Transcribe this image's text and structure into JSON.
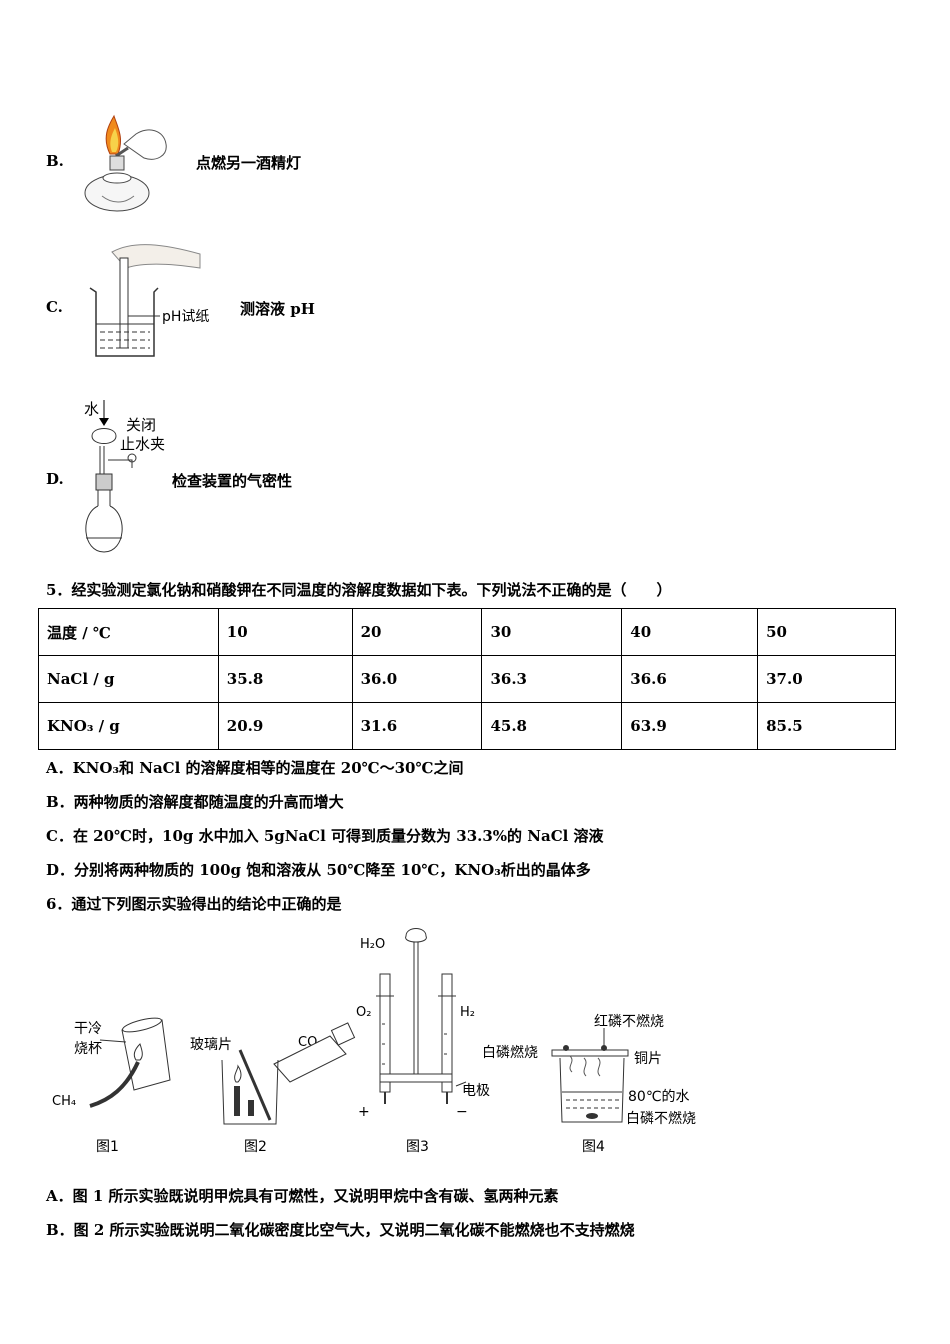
{
  "option_b": {
    "letter": "B.",
    "text": "点燃另一酒精灯"
  },
  "option_c": {
    "letter": "C.",
    "text": "测溶液 pH",
    "fig_label": "pH试纸"
  },
  "option_d": {
    "letter": "D.",
    "text": "检查装置的气密性",
    "fig_water": "水",
    "fig_close": "关闭",
    "fig_clamp": "止水夹"
  },
  "q5": {
    "stem": "5．经实验测定氯化钠和硝酸钾在不同温度的溶解度数据如下表。下列说法不正确的是（　　）",
    "table": {
      "header": [
        "温度 / ℃",
        "10",
        "20",
        "30",
        "40",
        "50"
      ],
      "rows": [
        [
          "NaCl / g",
          "35.8",
          "36.0",
          "36.3",
          "36.6",
          "37.0"
        ],
        [
          "KNO₃ / g",
          "20.9",
          "31.6",
          "45.8",
          "63.9",
          "85.5"
        ]
      ]
    },
    "options": [
      "A．KNO₃和 NaCl 的溶解度相等的温度在 20℃～30℃之间",
      "B．两种物质的溶解度都随温度的升高而增大",
      "C．在 20℃时，10g 水中加入 5gNaCl 可得到质量分数为 33.3%的 NaCl 溶液",
      "D．分别将两种物质的 100g 饱和溶液从 50℃降至 10℃，KNO₃析出的晶体多"
    ]
  },
  "q6": {
    "stem": "6．通过下列图示实验得出的结论中正确的是",
    "fig1": {
      "cup1": "干冷",
      "cup2": "烧杯",
      "gas": "CH₄",
      "caption": "图1"
    },
    "fig2": {
      "glass": "玻璃片",
      "gas": "CO₂",
      "caption": "图2"
    },
    "fig3": {
      "water": "H₂O",
      "o2": "O₂",
      "h2": "H₂",
      "electrode": "电极",
      "plus": "+",
      "minus": "−",
      "caption": "图3"
    },
    "fig4": {
      "red": "红磷不燃烧",
      "white_burn": "白磷燃烧",
      "copper": "铜片",
      "water": "80℃的水",
      "white_no": "白磷不燃烧",
      "caption": "图4"
    },
    "options": [
      "A．图 1 所示实验既说明甲烷具有可燃性，又说明甲烷中含有碳、氢两种元素",
      "B．图 2 所示实验既说明二氧化碳密度比空气大，又说明二氧化碳不能燃烧也不支持燃烧"
    ]
  }
}
